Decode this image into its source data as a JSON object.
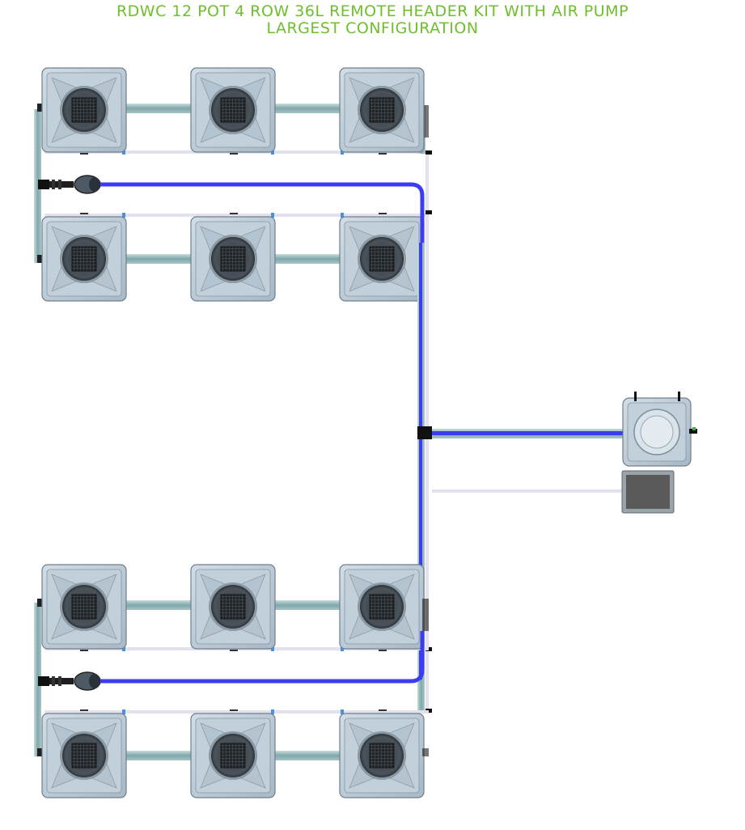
{
  "title": {
    "line1": "RDWC 12 POT 4 ROW 36L REMOTE HEADER KIT WITH AIR PUMP",
    "line2": "LARGEST CONFIGURATION"
  },
  "colors": {
    "title": "#6fbe2c",
    "air_line": "#3c3cf0",
    "pipe": "#8fb5b8",
    "return_line": "#e2e2ee",
    "pot_body": "#b5c6d3",
    "pot_lid": "#3e454c",
    "pump_panel": "#5a5a5a"
  },
  "layout": {
    "pot_rows": 4,
    "pots_per_row": 3,
    "total_pots": 12
  }
}
